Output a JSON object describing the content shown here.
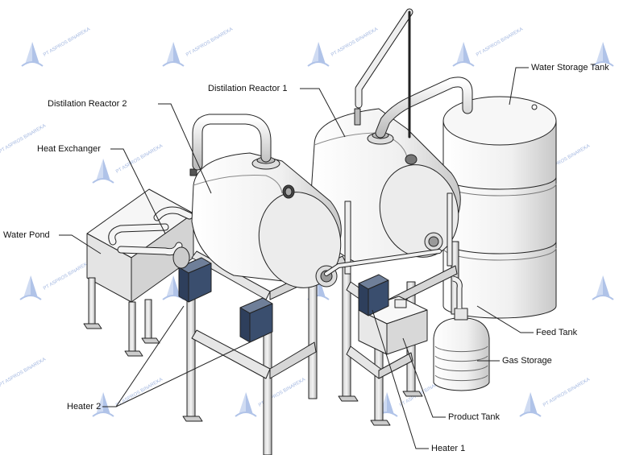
{
  "labels": {
    "water_storage_tank": "Water Storage Tank",
    "distilation_reactor_1": "Distilation Reactor 1",
    "distilation_reactor_2": "Distilation Reactor 2",
    "heat_exchanger": "Heat Exchanger",
    "water_pond": "Water Pond",
    "feed_tank": "Feed Tank",
    "gas_storage": "Gas Storage",
    "product_tank": "Product Tank",
    "heater_2": "Heater 2",
    "heater_1": "Heater 1"
  },
  "watermark": {
    "text": "PT ASPROS BINAREKA"
  },
  "colors": {
    "line": "#222222",
    "equipment": "#f2f2f2",
    "heater": "#3a4e6e",
    "watermark": "#8aa4d8"
  }
}
